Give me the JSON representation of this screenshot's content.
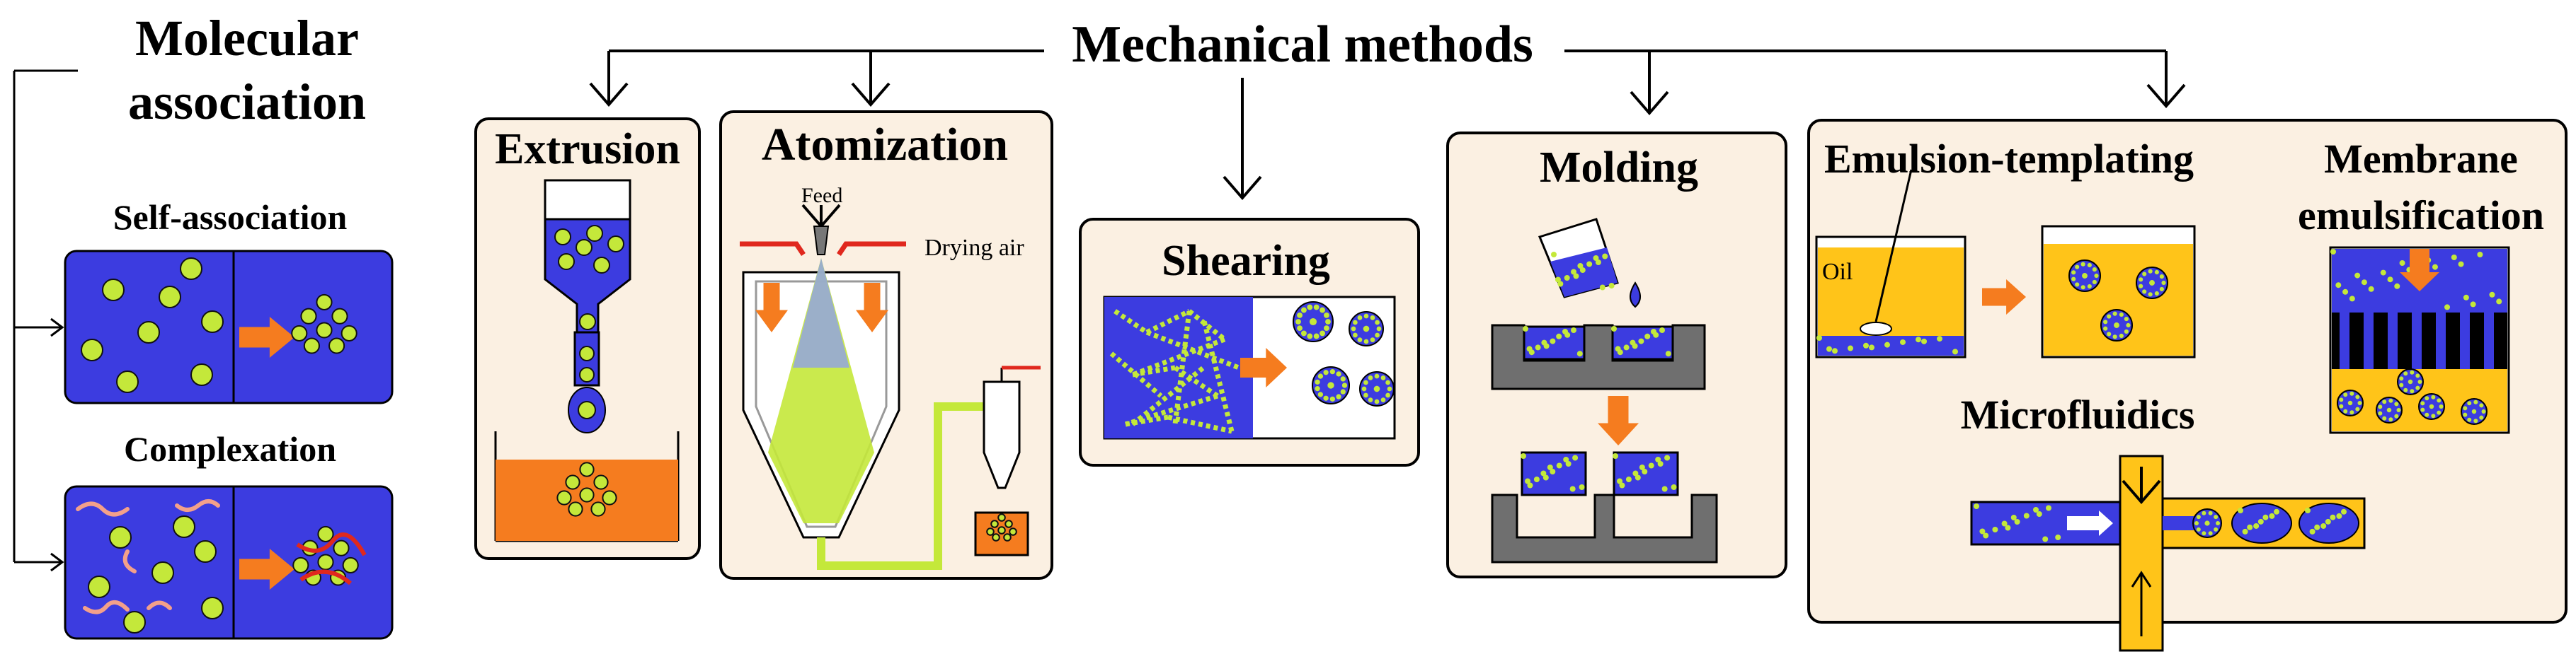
{
  "colors": {
    "blue": "#3c3ce0",
    "green": "#c4e83a",
    "orange": "#f57c1f",
    "yellow": "#ffc419",
    "panel": "#fbf0e2",
    "gray": "#6f6f6f",
    "red": "#e0281e",
    "pink": "#f3a08a"
  },
  "left": {
    "title_line1": "Molecular",
    "title_line2": "association",
    "self_association": "Self-association",
    "complexation": "Complexation"
  },
  "header": {
    "title": "Mechanical methods"
  },
  "methods": {
    "extrusion": "Extrusion",
    "atomization": "Atomization",
    "shearing": "Shearing",
    "molding": "Molding",
    "emulsion_templating": "Emulsion-templating",
    "membrane_line1": "Membrane",
    "membrane_line2": "emulsification",
    "microfluidics": "Microfluidics"
  },
  "annotations": {
    "feed": "Feed",
    "drying_air": "Drying air",
    "oil": "Oil"
  },
  "icons": [
    "arrow-down-icon",
    "block-arrow-right-icon",
    "block-arrow-down-icon",
    "droplet-icon",
    "particle-icon",
    "beaker-icon"
  ]
}
